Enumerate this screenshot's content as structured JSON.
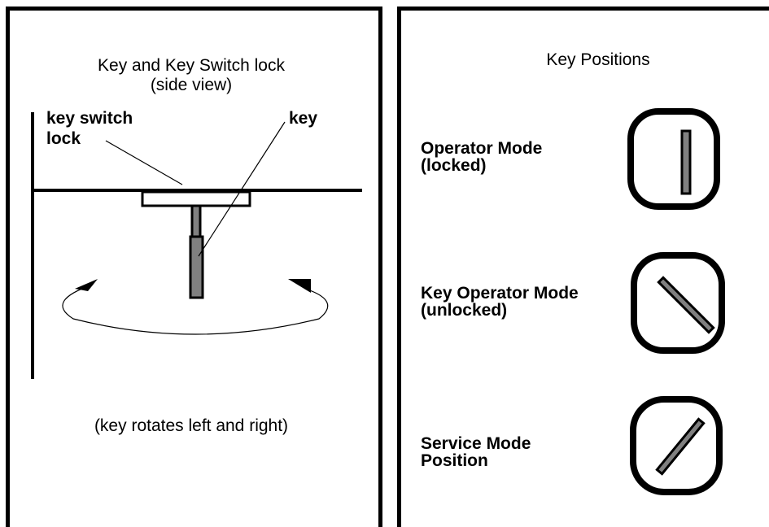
{
  "left": {
    "title_line1": "Key and Key Switch lock",
    "title_line2": "(side view)",
    "label_switch_line1": "key switch",
    "label_switch_line2": "lock",
    "label_key": "key",
    "caption": "(key rotates left and right)"
  },
  "right": {
    "title": "Key Positions",
    "positions": [
      {
        "line1": "Operator Mode",
        "line2": "(locked)",
        "orientation": "vertical"
      },
      {
        "line1": "Key Operator Mode",
        "line2": "(unlocked)",
        "orientation": "diagonal-down-right"
      },
      {
        "line1": "Service Mode",
        "line2": "Position",
        "orientation": "diagonal-up-right"
      }
    ]
  },
  "colors": {
    "key_fill": "#808080",
    "line": "#000000"
  }
}
